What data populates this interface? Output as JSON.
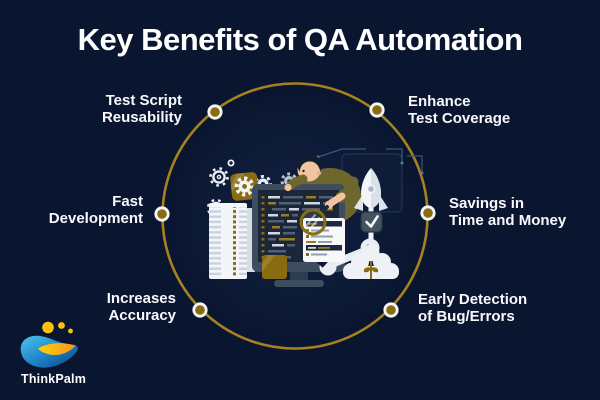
{
  "title": "Key Benefits of QA Automation",
  "benefits": [
    {
      "id": "test-script-reusability",
      "lines": [
        "Test Script",
        "Reusability"
      ]
    },
    {
      "id": "enhance-test-coverage",
      "lines": [
        "Enhance",
        "Test Coverage"
      ]
    },
    {
      "id": "fast-development",
      "lines": [
        "Fast",
        "Development"
      ]
    },
    {
      "id": "savings-time-money",
      "lines": [
        "Savings in",
        "Time and Money"
      ]
    },
    {
      "id": "increases-accuracy",
      "lines": [
        "Increases",
        "Accuracy"
      ]
    },
    {
      "id": "early-detection-bugs",
      "lines": [
        "Early Detection",
        "of Bug/Errors"
      ]
    }
  ],
  "logo": {
    "brand": "ThinkPalm"
  },
  "colors": {
    "background": "#0a1630",
    "ring_gold": "#a5811f",
    "dot_gold": "#8a6b10",
    "title_text": "#ffffff",
    "label_text": "#f8f9fb",
    "logo_blue": "#2a8fd0",
    "logo_yellow": "#ffc20e",
    "illustration_slate": "#3e4c60",
    "illustration_screen": "#1b2638",
    "shirt_olive": "#6d672e",
    "skin": "#f0c49e"
  },
  "icons": [
    "ring-circle",
    "benefit-dot",
    "gear-icon",
    "checklist-document-icon",
    "monitor-icon",
    "code-lines",
    "magnifier-icon",
    "qa-engineer-figure",
    "rocket-icon",
    "check-badge-icon",
    "wrench-icon",
    "cloud-smoke-icon",
    "thinkpalm-logo-mark"
  ]
}
